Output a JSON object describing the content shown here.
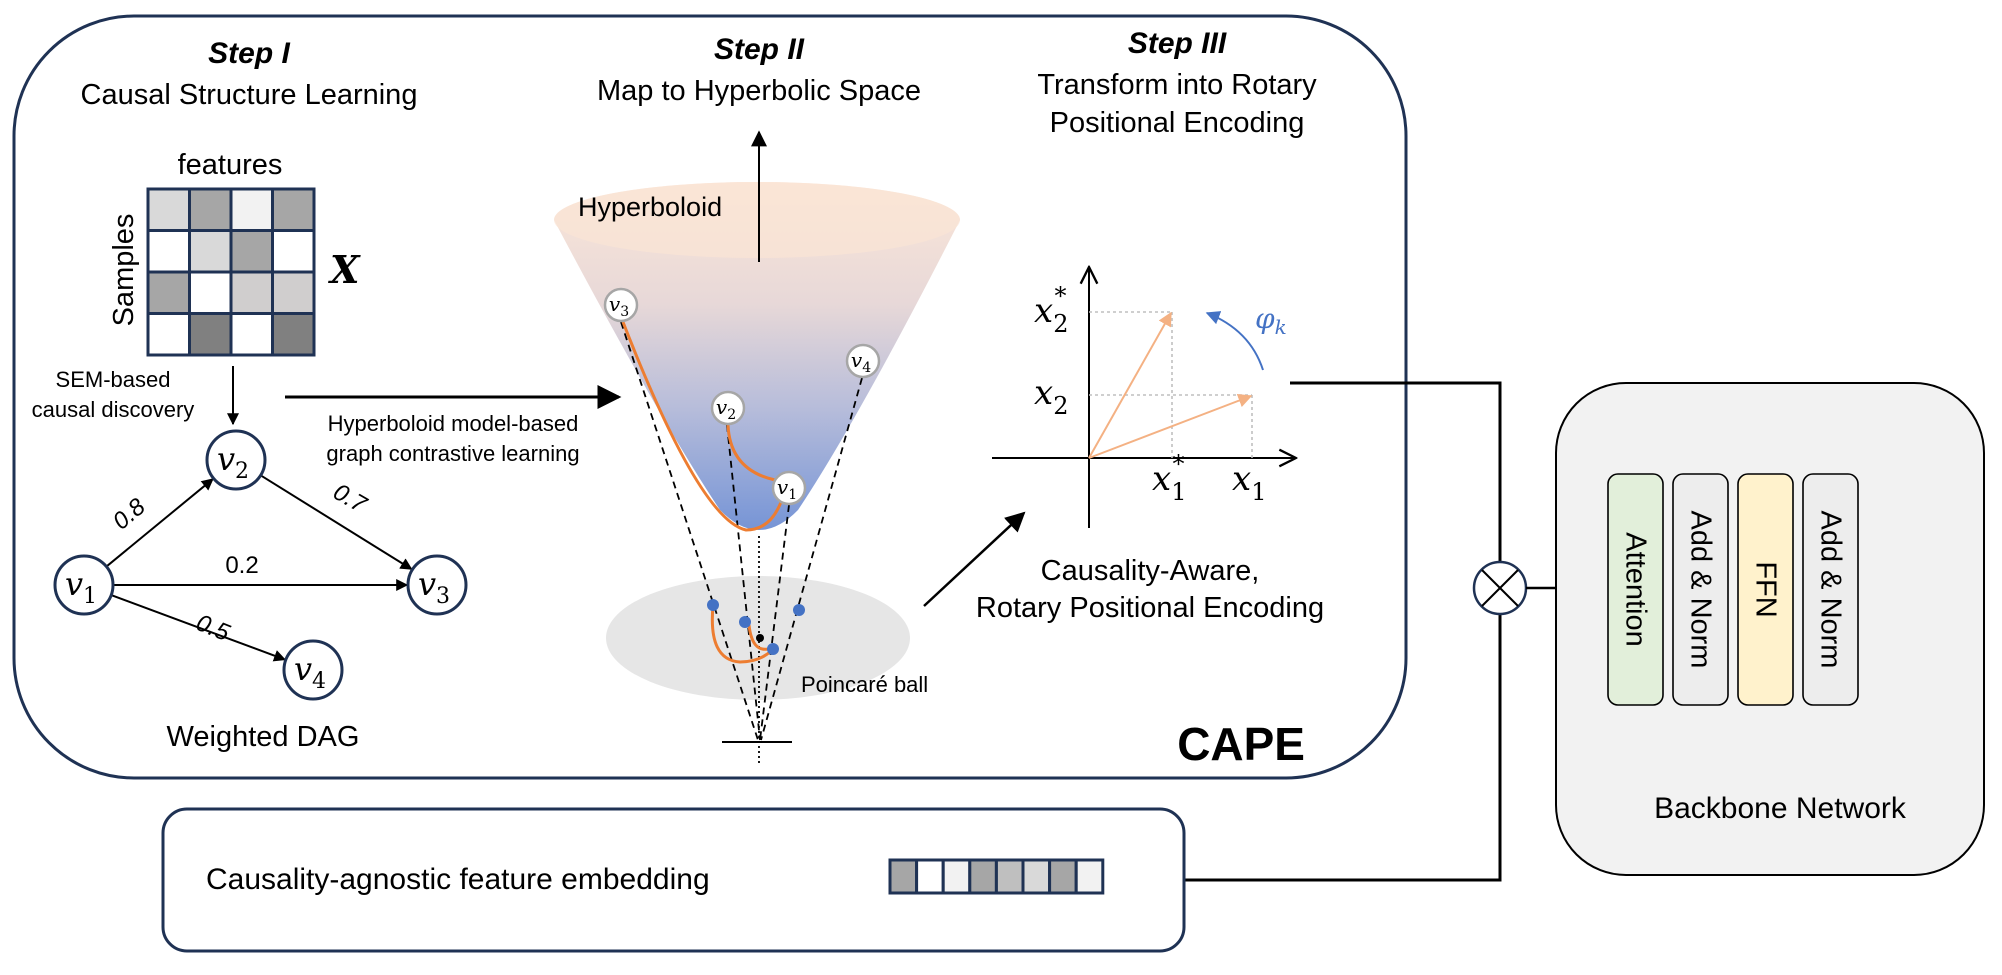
{
  "figure": {
    "title": "CAPE",
    "steps": [
      {
        "heading": "Step I",
        "subtitle": [
          "Causal Structure Learning"
        ]
      },
      {
        "heading": "Step II",
        "subtitle": [
          "Map to Hyperbolic Space"
        ]
      },
      {
        "heading": "Step III",
        "subtitle": [
          "Transform into Rotary",
          "Positional Encoding"
        ]
      }
    ]
  },
  "step1": {
    "matrix": {
      "column_label": "features",
      "row_label": "Samples",
      "symbol": "X",
      "cells": [
        [
          "#d9d9d9",
          "#a6a6a6",
          "#f2f2f2",
          "#a6a6a6"
        ],
        [
          "#ffffff",
          "#d9d9d9",
          "#a6a6a6",
          "#ffffff"
        ],
        [
          "#a6a6a6",
          "#ffffff",
          "#d0cece",
          "#d0cece"
        ],
        [
          "#ffffff",
          "#808080",
          "#ffffff",
          "#808080"
        ]
      ]
    },
    "discovery_label": [
      "SEM-based",
      "causal discovery"
    ],
    "dag": {
      "caption": "Weighted DAG",
      "nodes": [
        {
          "id": "v1",
          "label": "v",
          "sub": "1"
        },
        {
          "id": "v2",
          "label": "v",
          "sub": "2"
        },
        {
          "id": "v3",
          "label": "v",
          "sub": "3"
        },
        {
          "id": "v4",
          "label": "v",
          "sub": "4"
        }
      ],
      "edges": [
        {
          "from": "v1",
          "to": "v2",
          "weight": "0.8"
        },
        {
          "from": "v2",
          "to": "v3",
          "weight": "0.7"
        },
        {
          "from": "v1",
          "to": "v3",
          "weight": "0.2"
        },
        {
          "from": "v1",
          "to": "v4",
          "weight": "0.5"
        }
      ]
    }
  },
  "transition1": {
    "label": [
      "Hyperboloid model-based",
      "graph contrastive learning"
    ]
  },
  "step2": {
    "hyperboloid_label": "Hyperboloid",
    "poincare_label": "Poincaré ball",
    "nodes": [
      {
        "id": "v3",
        "label": "v",
        "sub": "3"
      },
      {
        "id": "v4",
        "label": "v",
        "sub": "4"
      },
      {
        "id": "v2",
        "label": "v",
        "sub": "2"
      },
      {
        "id": "v1",
        "label": "v",
        "sub": "1"
      }
    ],
    "colors": {
      "geodesic": "#ed7d31",
      "projected_point": "#4472c4",
      "cone_top": "#fbe5d6",
      "cone_bottom": "#6f8fd4"
    }
  },
  "step3": {
    "axis_labels": {
      "x2_star": {
        "base": "x",
        "sub": "2",
        "sup": "*"
      },
      "x2": {
        "base": "x",
        "sub": "2"
      },
      "x1_star": {
        "base": "x",
        "sub": "1",
        "sup": "*"
      },
      "x1": {
        "base": "x",
        "sub": "1"
      }
    },
    "rotation_label": {
      "base": "φ",
      "sub": "k"
    },
    "caption": [
      "Causality-Aware,",
      "Rotary Positional Encoding"
    ],
    "colors": {
      "vector": "#f4b183",
      "rotation": "#4472c4"
    }
  },
  "embedding": {
    "label": "Causality-agnostic feature embedding",
    "cells": [
      "#a6a6a6",
      "#ffffff",
      "#f2f2f2",
      "#a6a6a6",
      "#bfbfbf",
      "#d9d9d9",
      "#a6a6a6",
      "#f2f2f2"
    ]
  },
  "combine": {
    "operator": "⊗"
  },
  "backbone": {
    "title": "Backbone Network",
    "blocks": [
      {
        "label": "Attention",
        "color": "#e2efda"
      },
      {
        "label": "Add & Norm",
        "color": "#ededed"
      },
      {
        "label": "FFN",
        "color": "#fff2cc"
      },
      {
        "label": "Add & Norm",
        "color": "#ededed"
      }
    ]
  },
  "colors": {
    "frame": "#1f3254",
    "line": "#000000",
    "backbone_bg": "#f2f2f2"
  }
}
